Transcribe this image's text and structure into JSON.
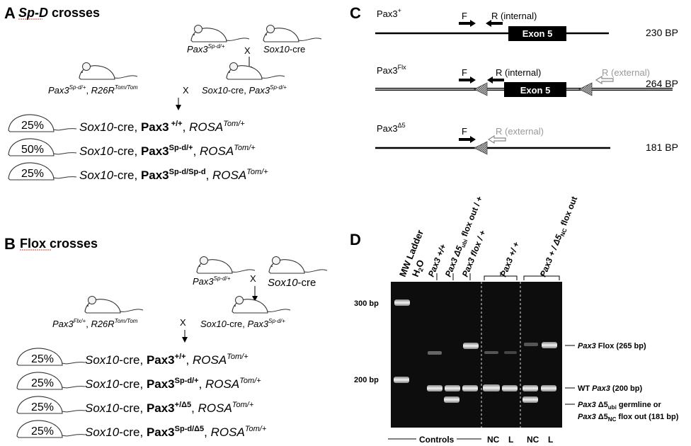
{
  "panelA": {
    "letter": "A",
    "title": "Sp-D",
    "title_rest": " crosses",
    "m1": {
      "base": "Pax3",
      "sup": "Sp-d/+"
    },
    "m2": {
      "base": "Sox10",
      "rest": "-cre"
    },
    "x1": "X",
    "m3": {
      "base": "Pax3",
      "sup": "Sp-d/+",
      "sep": ", ",
      "base2": "R26R",
      "sup2": "Tom/Tom"
    },
    "m4": {
      "base": "Sox10",
      "rest": "-cre, ",
      "base2": "Pax3",
      "sup2": "Sp-d/+"
    },
    "x2": "X",
    "offspring": [
      {
        "pct": "25%",
        "a": "Sox10",
        "b": "-cre, ",
        "c": "Pax3",
        "csup": " +/+",
        "d": ", ",
        "e": "ROSA",
        "esup": "Tom/+"
      },
      {
        "pct": "50%",
        "a": "Sox10",
        "b": "-cre, ",
        "c": "Pax3",
        "csup": "Sp-d/+",
        "d": ", ",
        "e": "ROSA",
        "esup": "Tom/+"
      },
      {
        "pct": "25%",
        "a": "Sox10",
        "b": "-cre, ",
        "c": "Pax3",
        "csup": "Sp-d/Sp-d",
        "d": ", ",
        "e": "ROSA",
        "esup": "Tom/+"
      }
    ]
  },
  "panelB": {
    "letter": "B",
    "title": "Flox crosses",
    "m1": {
      "base": "Pax3",
      "sup": "Sp-d/+"
    },
    "m2": {
      "base": "Sox10",
      "rest": "-cre"
    },
    "x1": "X",
    "m3": {
      "base": "Pax3",
      "sup": "Flx/+",
      "sep": ", ",
      "base2": "R26R",
      "sup2": "Tom/Tom"
    },
    "m4": {
      "base": "Sox10",
      "rest": "-cre, ",
      "base2": "Pax3",
      "sup2": "Sp-d/+"
    },
    "x2": "X",
    "offspring": [
      {
        "pct": "25%",
        "a": "Sox10",
        "b": "-cre, ",
        "c": "Pax3",
        "csup": "+/+",
        "d": ", ",
        "e": "ROSA",
        "esup": "Tom/+"
      },
      {
        "pct": "25%",
        "a": "Sox10",
        "b": "-cre, ",
        "c": "Pax3",
        "csup": "Sp-d/+",
        "d": ", ",
        "e": "ROSA",
        "esup": "Tom/+"
      },
      {
        "pct": "25%",
        "a": "Sox10",
        "b": "-cre, ",
        "c": "Pax3",
        "csup": "+/Δ5",
        "d": ", ",
        "e": "ROSA",
        "esup": "Tom/+"
      },
      {
        "pct": "25%",
        "a": "Sox10",
        "b": "-cre, ",
        "c": "Pax3",
        "csup": "Sp-d/Δ5",
        "d": ", ",
        "e": "ROSA",
        "esup": "Tom/+"
      }
    ]
  },
  "panelC": {
    "letter": "C",
    "alleles": [
      {
        "name": "Pax3",
        "sup": "+",
        "F": "F",
        "R": "R (internal)",
        "exon": "Exon 5",
        "size": "230 BP"
      },
      {
        "name": "Pax3",
        "sup": "Flx",
        "F": "F",
        "R": "R (internal)",
        "Rext": "R (external)",
        "exon": "Exon 5",
        "size": "264 BP"
      },
      {
        "name": "Pax3",
        "sup": "Δ5",
        "F": "F",
        "Rext": "R (external)",
        "size": "181 BP"
      }
    ]
  },
  "panelD": {
    "letter": "D",
    "lanes": [
      {
        "label": "MW Ladder"
      },
      {
        "label": "H",
        "sub": "2",
        "rest": "O"
      },
      {
        "label": "Pax3 +/+"
      },
      {
        "label": "Pax3 Δ5",
        "sub": "ubi",
        "rest": " flox out / +"
      },
      {
        "label": "Pax3 flox / +"
      },
      {
        "label": "Pax3  +/ +"
      },
      {
        "label": "Pax3 + / Δ5",
        "sub": "NC",
        "rest": " flox out"
      }
    ],
    "markers_left": [
      "300 bp",
      "200 bp"
    ],
    "bands_right": [
      {
        "a": "Pax3",
        "b": " Flox (265 bp)"
      },
      {
        "a": "WT ",
        "b2": "Pax3",
        "c": " (200 bp)"
      },
      {
        "a": "Pax3",
        "b": " Δ5",
        "sub": "ubi",
        "c": " germline or"
      },
      {
        "a": "Pax3",
        "b": " Δ5",
        "sub": "NC",
        "c": " flox out  (181 bp)"
      }
    ],
    "bottom": {
      "controls": "Controls",
      "nc1": "NC",
      "l1": "L",
      "nc2": "NC",
      "l2": "L"
    }
  }
}
